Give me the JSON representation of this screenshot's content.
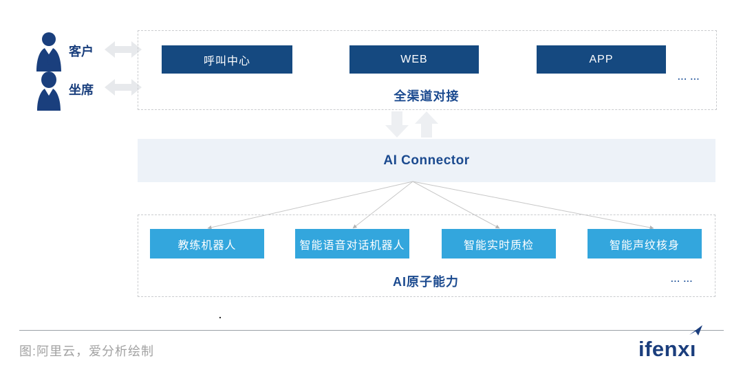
{
  "actors": [
    {
      "label": "客户",
      "icon": "customer-icon"
    },
    {
      "label": "坐席",
      "icon": "agent-icon"
    }
  ],
  "channels": {
    "boxes": [
      "呼叫中心",
      "WEB",
      "APP"
    ],
    "more": "... ...",
    "caption": "全渠道对接"
  },
  "connector": {
    "label": "AI Connector"
  },
  "capabilities": {
    "boxes": [
      "教练机器人",
      "智能语音对话机器人",
      "智能实时质检",
      "智能声纹核身"
    ],
    "more": "... ...",
    "caption": "AI原子能力"
  },
  "footer": {
    "dot": ".",
    "source": "图:阿里云，爱分析绘制",
    "logo_text_head": "ifenx",
    "logo_text_tail": "ı"
  },
  "colors": {
    "navy_box": "#154980",
    "capability_box": "#33a6dd",
    "connector_band": "#edf2f8",
    "title_text": "#1b4a8f",
    "icon_navy": "#1a3f7d",
    "arrow_gray": "#edeff2",
    "dashed_border": "#c9cbce",
    "footer_text": "#a2a2a2",
    "logo_navy": "#1b3e7d"
  }
}
